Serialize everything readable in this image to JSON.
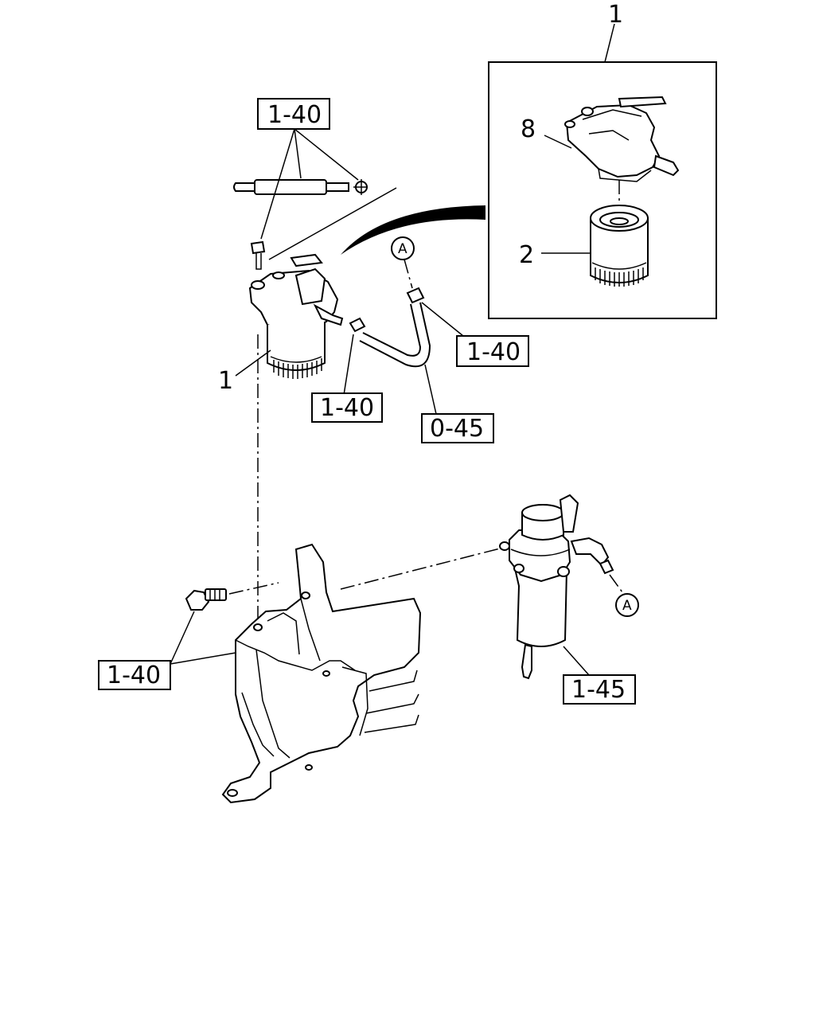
{
  "callouts": {
    "ref_top": "1-40",
    "ref_pipe_right": "1-40",
    "ref_clamp_left": "1-40",
    "ref_hose": "0-45",
    "ref_bolt": "1-40",
    "ref_filter_right": "1-45"
  },
  "part_numbers": {
    "inset_assembly": "1",
    "inset_head": "8",
    "inset_element": "2",
    "main_filter": "1"
  },
  "connectors": {
    "upper": "A",
    "lower": "A"
  }
}
